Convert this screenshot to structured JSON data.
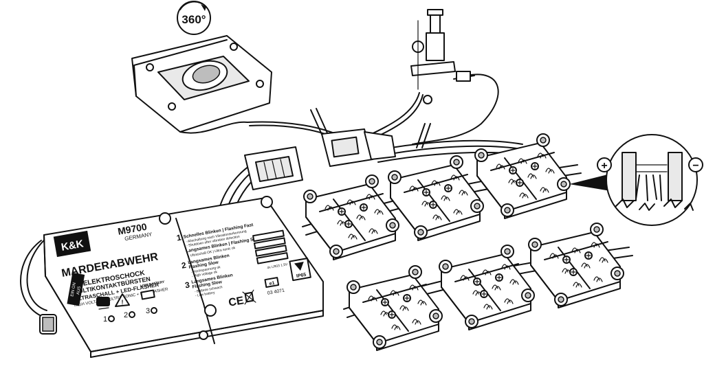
{
  "badge_360": "360°",
  "control_unit": {
    "logo": "K&K",
    "model": "M9700",
    "origin": "GERMANY",
    "brand_title": "MARDERABWEHR",
    "line1": "ELEKTROSCHOCK",
    "line2": "MULTIKONTAKTBÜRSTEN",
    "line3": "ULTRASCHALL + LED-FLASHER",
    "line4": "HIGH VOLTAGE + ULTRA SONIC + LED FLASHER",
    "switch_label_on": "EIN ON",
    "switch_label_aus": "AUS",
    "low_battery": "LOW BATTERY",
    "indicator_numbers": [
      "1",
      "2",
      "3"
    ],
    "instr_1_title": "Schnelles Blinken | Flashing Fast",
    "instr_1_sub1": "- Abschaltung nach Vibrationserkennung",
    "instr_1_sub2": "- Shutdown after vibration detection",
    "instr_2_title": "Langsames Blinken | Flashing Slow",
    "instr_2_sub1": "- Ultraschall OK | Ultra sonic ok",
    "instr_3_title_a": "Langsames Blinken",
    "instr_3_title_b": "Flashing Slow",
    "instr_3_sub1": "- Hochspannung ok",
    "instr_3_sub2": "- High voltage ok",
    "instr_4_title_a": "Langsames Blinken",
    "instr_4_title_b": "Flashing Slow",
    "instr_4_sub1": "- Batterie schwach",
    "instr_4_sub2": "- Low battery",
    "step_numbers": [
      "1",
      "2",
      "3"
    ],
    "battery_spec": "4x LR03 1,5V",
    "ce_mark": "CE",
    "e_mark": "e1",
    "e_number": "03 4071",
    "ip_rating": "IP65"
  },
  "polarity": {
    "plus": "+",
    "minus": "−"
  }
}
